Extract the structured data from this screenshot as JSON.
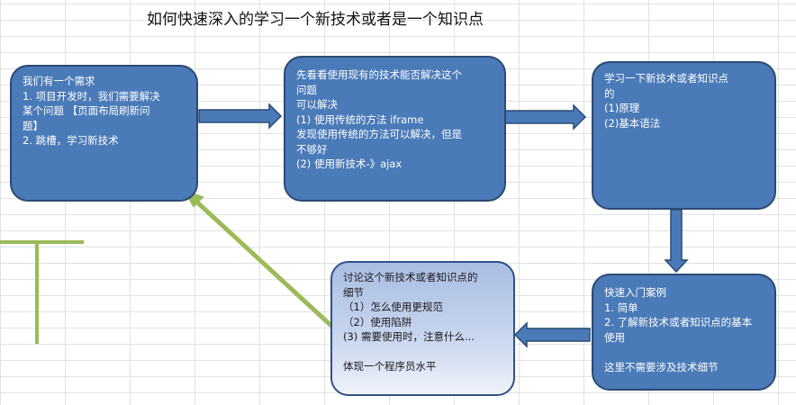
{
  "title": "如何快速深入的学习一个新技术或者是一个知识点",
  "colors": {
    "box_fill": "#4a7ab8",
    "box_border": "#2b4a73",
    "light_box_fill": "#c7d5ee",
    "arrow_fill": "#4a7ab8",
    "feedback_arrow": "#9bbb59"
  },
  "boxes": {
    "need": {
      "lines": [
        "我们有一个需求",
        "1. 项目开发时，我们需要解决",
        "某个问题 【页面布局刷新问",
        "题】",
        "2. 跳槽，学习新技术"
      ]
    },
    "existing": {
      "lines": [
        "先看看使用现有的技术能否解决这个",
        "问题",
        "可以解决",
        "(1) 使用传统的方法 iframe",
        "发现使用传统的方法可以解决，但是",
        "不够好",
        "(2) 使用新技术-》ajax"
      ]
    },
    "learn": {
      "lines": [
        "学习一下新技术或者知识点",
        "的",
        "(1)原理",
        "(2)基本语法"
      ]
    },
    "quickstart": {
      "lines": [
        "快速入门案例",
        "1. 简单",
        "2. 了解新技术或者知识点的基本",
        "使用",
        "",
        "这里不需要涉及技术细节"
      ]
    },
    "details": {
      "lines": [
        "讨论这个新技术或者知识点的",
        "细节",
        "（1）怎么使用更规范",
        "（2）使用陷阱",
        "(3) 需要使用时，注意什么...",
        "",
        "体现一个程序员水平"
      ]
    }
  }
}
